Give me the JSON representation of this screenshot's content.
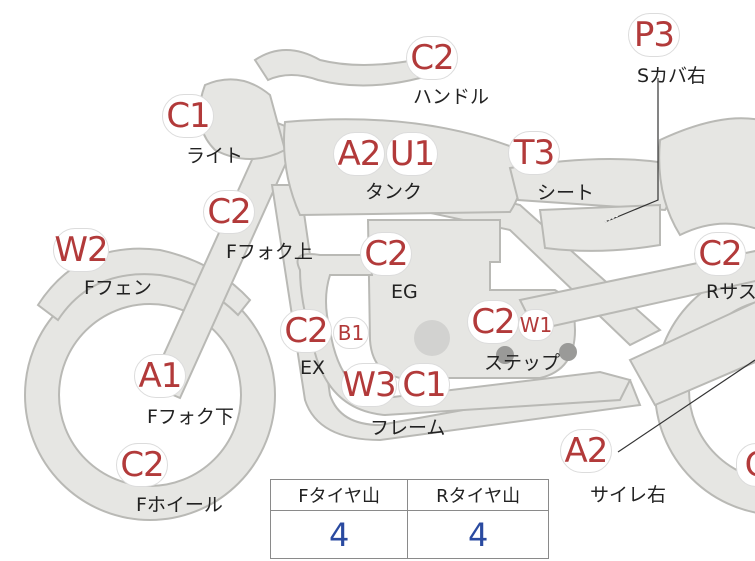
{
  "parts": {
    "handle": {
      "code": "C2",
      "label": "ハンドル"
    },
    "light": {
      "code": "C1",
      "label": "ライト"
    },
    "tank": {
      "codes": [
        "A2",
        "U1"
      ],
      "label": "タンク"
    },
    "seat": {
      "code": "T3",
      "label": "シート"
    },
    "side_cover_r": {
      "code": "P3",
      "label": "Sカバ右"
    },
    "fork_upper": {
      "code": "C2",
      "label": "Fフォク上"
    },
    "front_fender": {
      "code": "W2",
      "label": "Fフェン"
    },
    "engine": {
      "code": "C2",
      "label": "EG"
    },
    "rear_sus": {
      "code": "C2",
      "label": "Rサス"
    },
    "exhaust": {
      "codes": [
        "C2",
        "B1"
      ],
      "label": "EX"
    },
    "step": {
      "codes": [
        "C2",
        "W1"
      ],
      "label": "ステップ"
    },
    "fork_lower": {
      "code": "A1",
      "label": "Fフォク下"
    },
    "frame": {
      "codes": [
        "W3",
        "C1"
      ],
      "label": "フレーム"
    },
    "front_wheel": {
      "code": "C2",
      "label": "Fホイール"
    },
    "silencer_r": {
      "code": "A2",
      "label": "サイレ右"
    },
    "rear_partial": {
      "code": "C"
    }
  },
  "tire_tread": {
    "headers": [
      "Fタイヤ山",
      "Rタイヤ山"
    ],
    "values": [
      "4",
      "4"
    ]
  }
}
